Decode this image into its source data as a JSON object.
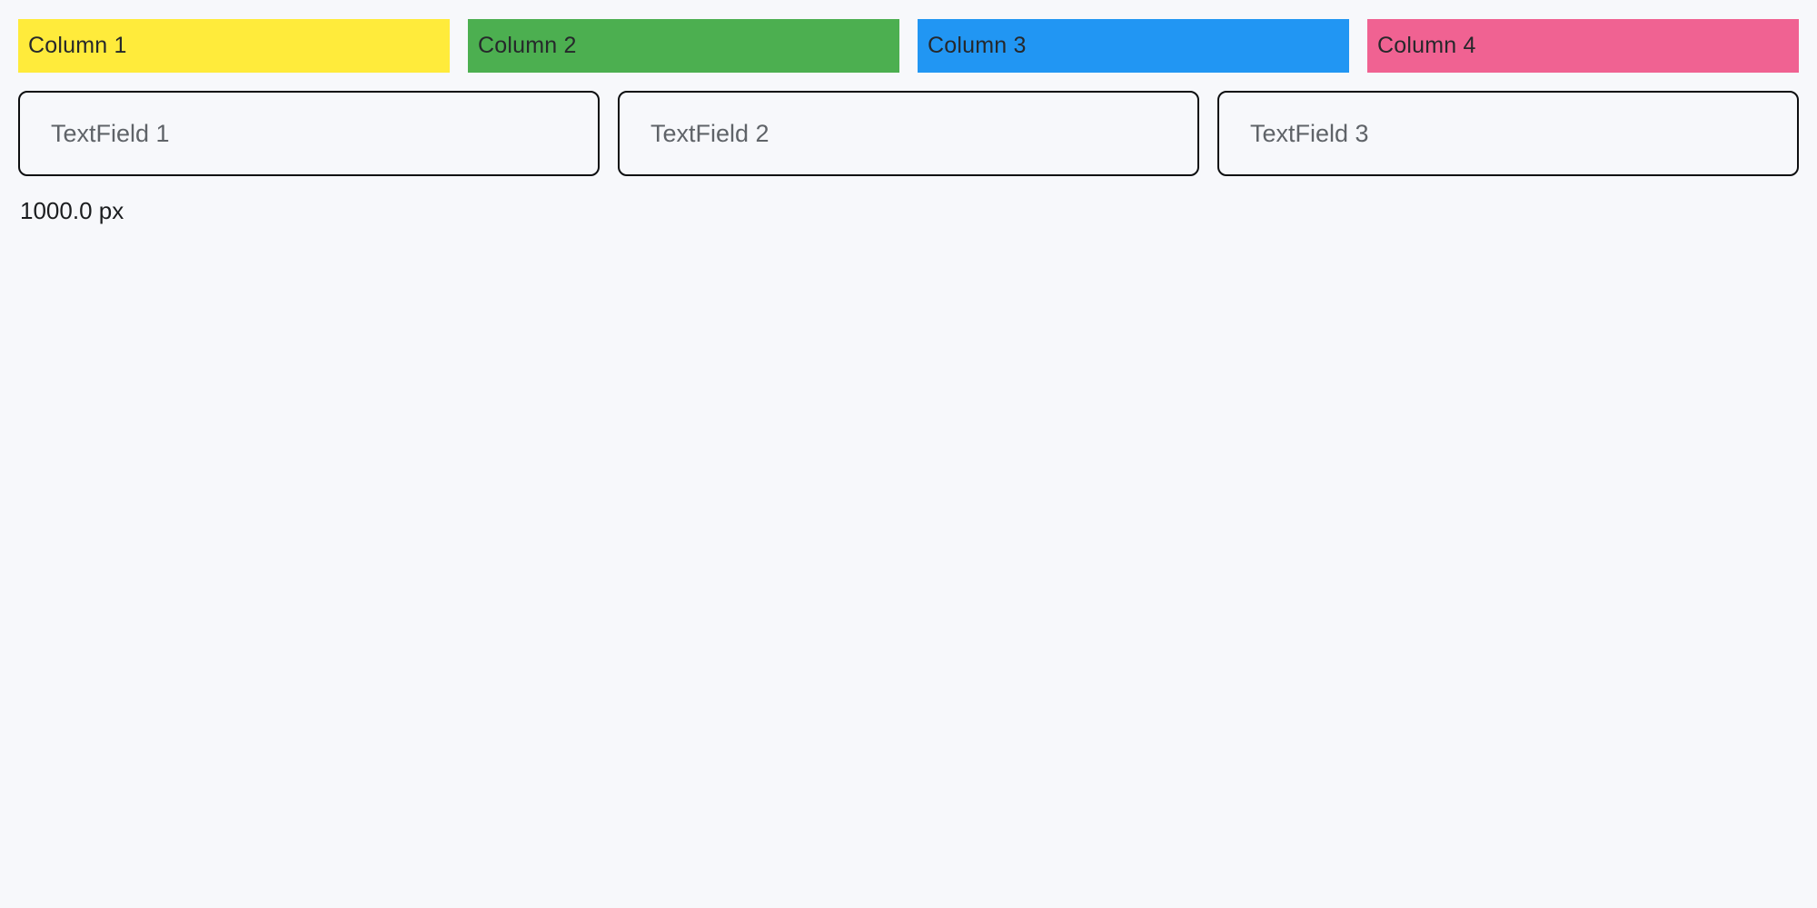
{
  "page": {
    "background": "#f7f8fb",
    "width_label": "1000.0 px"
  },
  "columns": [
    {
      "label": "Column 1",
      "color": "#ffeb3b"
    },
    {
      "label": "Column 2",
      "color": "#4caf50"
    },
    {
      "label": "Column 3",
      "color": "#2196f3"
    },
    {
      "label": "Column 4",
      "color": "#f06292"
    }
  ],
  "textfields": [
    {
      "placeholder": "TextField 1",
      "value": ""
    },
    {
      "placeholder": "TextField 2",
      "value": ""
    },
    {
      "placeholder": "TextField 3",
      "value": ""
    }
  ]
}
